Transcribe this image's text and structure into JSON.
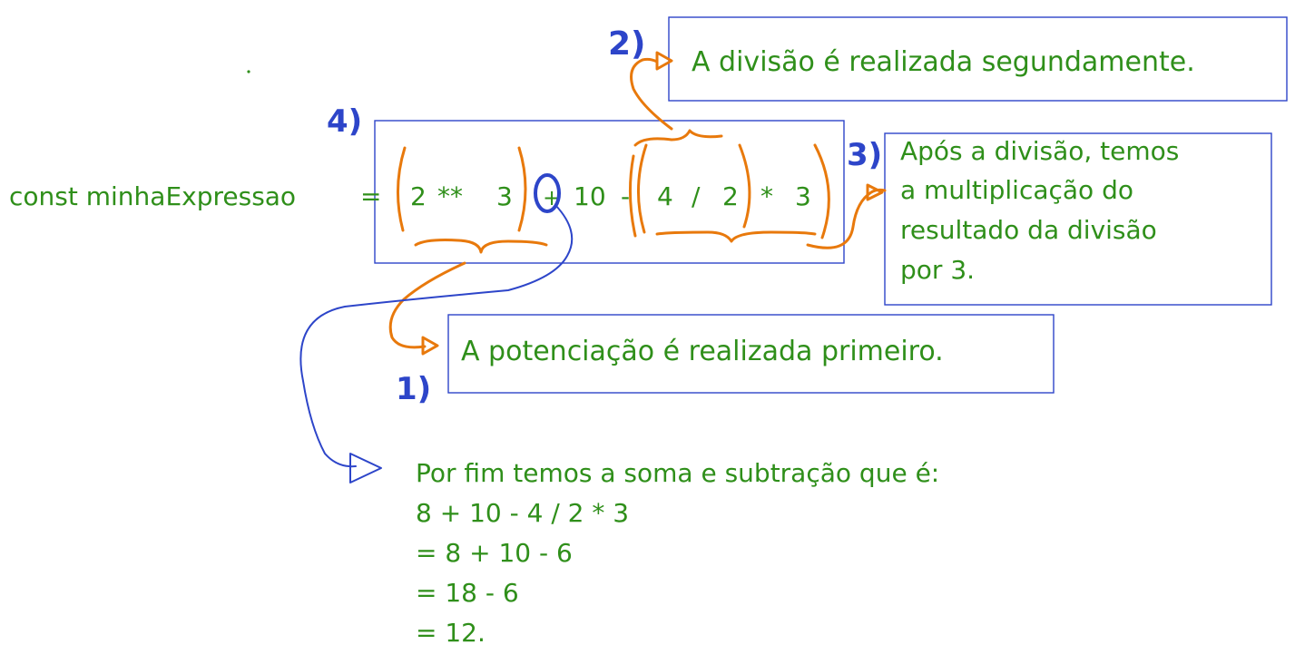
{
  "code": {
    "declaration": "const minhaExpressao",
    "equals": "=",
    "op1_left": "2",
    "op1_op": "**",
    "op1_right": "3",
    "plus": "+",
    "ten": "10",
    "minus": "-",
    "div_left": "4",
    "div_op": "/",
    "div_right": "2",
    "mul_op": "*",
    "mul_right": "3"
  },
  "step_labels": {
    "step1": "1)",
    "step2": "2)",
    "step3": "3)",
    "step4": "4)"
  },
  "notes": {
    "step2_text": "A divisão é realizada segundamente.",
    "step3_lines": [
      "Após a divisão, temos",
      "a multiplicação do",
      "resultado da divisão",
      "por 3."
    ],
    "step1_text": "A potenciação é realizada primeiro.",
    "final_lines": [
      "Por fim temos a soma e subtração que é:",
      "8 + 10 - 4 / 2 * 3",
      "= 8 + 10 - 6",
      "= 18 - 6",
      "= 12."
    ]
  },
  "colors": {
    "text": "#2f8f1a",
    "blue": "#2d45c9",
    "orange": "#e8790c"
  }
}
